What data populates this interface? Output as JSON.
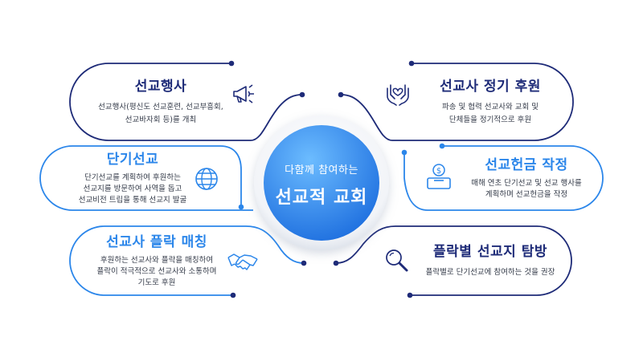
{
  "center": {
    "subtitle": "다함께 참여하는",
    "title": "선교적 교회"
  },
  "items": [
    {
      "title": "선교행사",
      "desc": "선교행사(평신도 선교훈련, 선교부흥회,\n선교바자회 등)를 개최",
      "icon": "megaphone-icon"
    },
    {
      "title": "선교사 정기 후원",
      "desc": "파송 및 협력 선교사와 교회 및\n단체들을 정기적으로 후원",
      "icon": "hands-heart-icon"
    },
    {
      "title": "단기선교",
      "desc": "단기선교를 계획하여 후원하는\n선교지를 방문하여 사역을 돕고\n선교비전 트립을 통해 선교지 발굴",
      "icon": "globe-icon"
    },
    {
      "title": "선교헌금 작정",
      "desc": "매해 연초 단기선교 및 선교 행사를\n계획하며 선교헌금을 작정",
      "icon": "donation-box-icon"
    },
    {
      "title": "선교사 플락 매칭",
      "desc": "후원하는 선교사와 플락을 매칭하여\n플락이 적극적으로 선교사와 소통하며\n기도로 후원",
      "icon": "handshake-icon"
    },
    {
      "title": "플락별 선교지 탐방",
      "desc": "플락별로 단기선교에 참여하는 것을 권장",
      "icon": "magnifier-icon"
    }
  ],
  "colors": {
    "navy": "#1e2b78",
    "blue": "#2b86ea",
    "circle_light": "#5fb1ff",
    "circle_dark": "#1a6ee0",
    "text": "#333a48"
  }
}
